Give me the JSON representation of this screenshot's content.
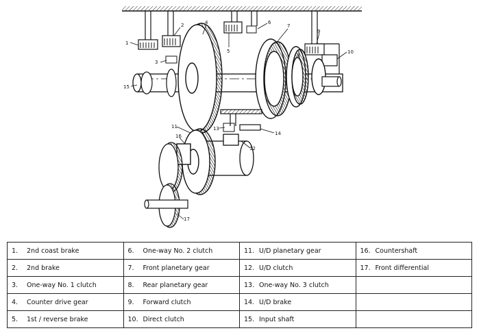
{
  "callouts": [
    "1",
    "2",
    "3",
    "4",
    "5",
    "6",
    "7",
    "8",
    "9",
    "10",
    "11",
    "12",
    "13",
    "14",
    "15",
    "16",
    "17"
  ],
  "legend": {
    "rows": [
      [
        {
          "num": "1.",
          "label": "2nd coast brake"
        },
        {
          "num": "6.",
          "label": "One-way No. 2 clutch"
        },
        {
          "num": "11.",
          "label": "U/D planetary gear"
        },
        {
          "num": "16.",
          "label": "Countershaft"
        }
      ],
      [
        {
          "num": "2.",
          "label": "2nd brake"
        },
        {
          "num": "7.",
          "label": "Front planetary gear"
        },
        {
          "num": "12.",
          "label": "U/D clutch"
        },
        {
          "num": "17.",
          "label": "Front differential"
        }
      ],
      [
        {
          "num": "3.",
          "label": "One-way No. 1 clutch"
        },
        {
          "num": "8.",
          "label": "Rear planetary gear"
        },
        {
          "num": "13.",
          "label": "One-way No. 3 clutch"
        },
        {
          "num": "",
          "label": ""
        }
      ],
      [
        {
          "num": "4.",
          "label": "Counter drive gear"
        },
        {
          "num": "9.",
          "label": "Forward clutch"
        },
        {
          "num": "14.",
          "label": "U/D brake"
        },
        {
          "num": "",
          "label": ""
        }
      ],
      [
        {
          "num": "5.",
          "label": "1st / reverse brake"
        },
        {
          "num": "10.",
          "label": "Direct clutch"
        },
        {
          "num": "15.",
          "label": "Input shaft"
        },
        {
          "num": "",
          "label": ""
        }
      ]
    ]
  }
}
